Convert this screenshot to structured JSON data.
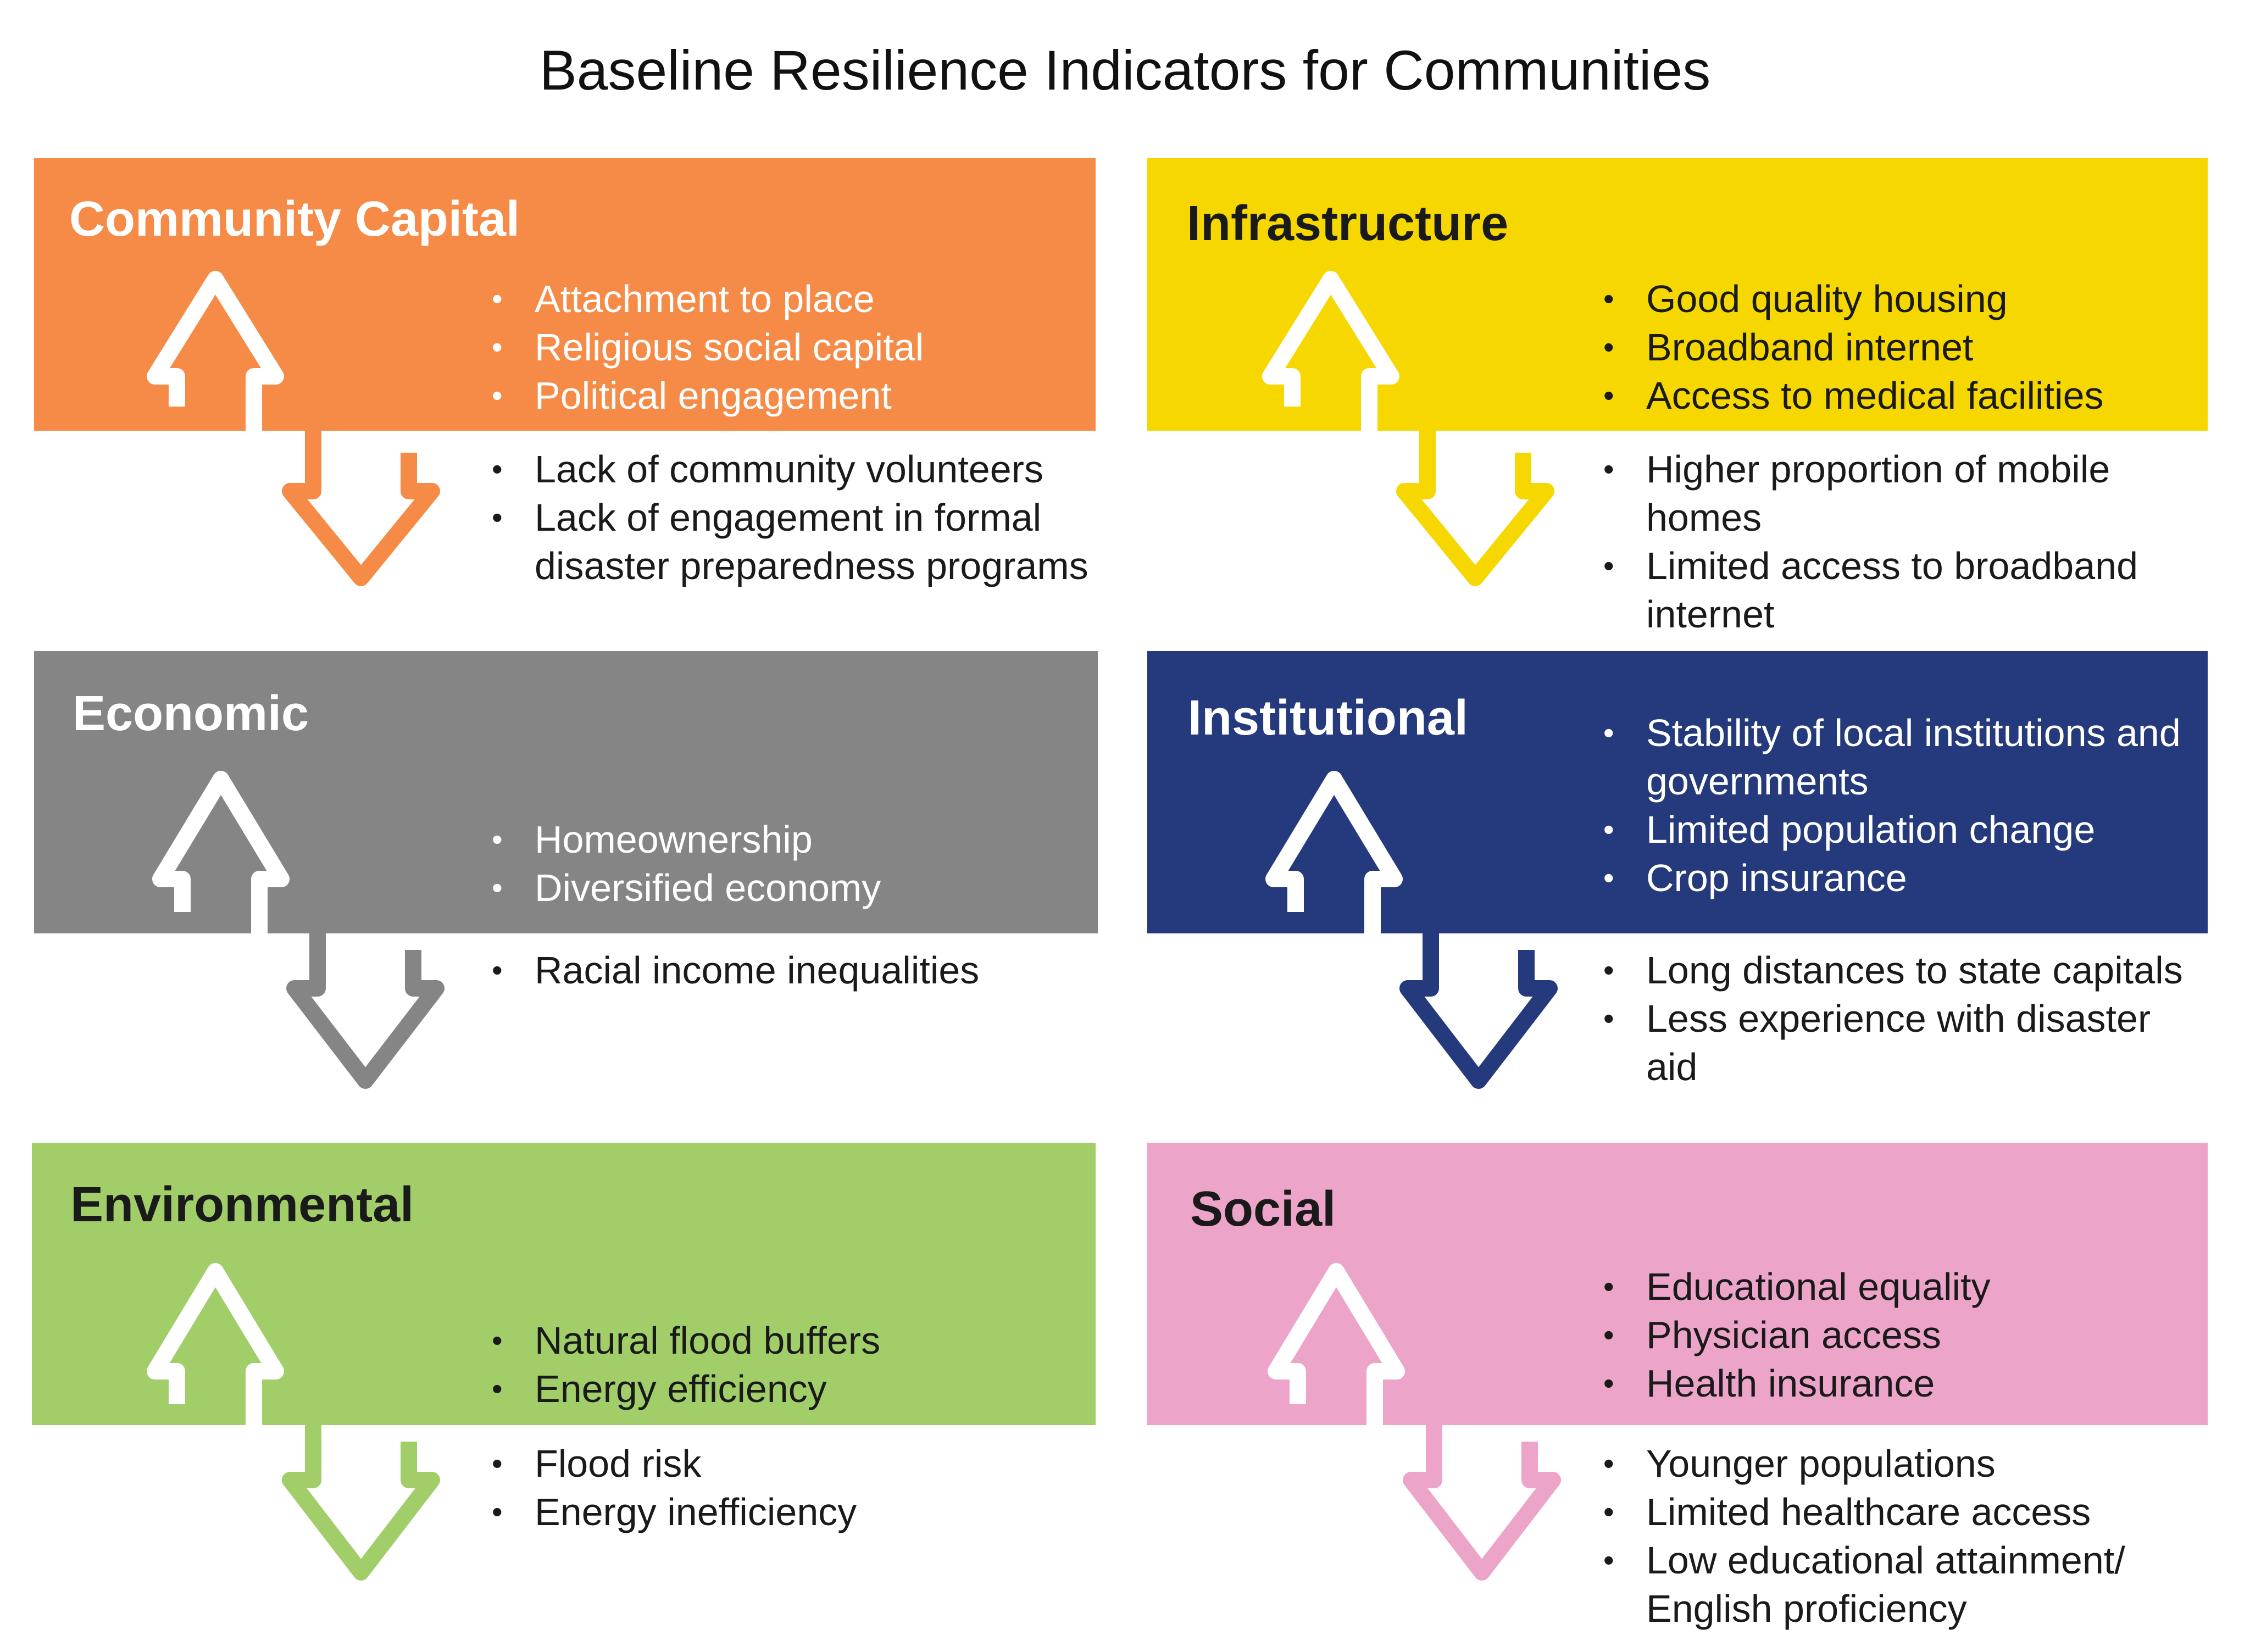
{
  "title": "Baseline Resilience Indicators for Communities",
  "panels": [
    {
      "heading": "Community Capital",
      "color": "#F58B47",
      "positives": [
        "Attachment to place",
        "Religious social capital",
        "Political engagement"
      ],
      "negatives": [
        "Lack of community volunteers",
        "Lack of engagement in formal disaster preparedness programs"
      ]
    },
    {
      "heading": "Infrastructure",
      "color": "#F6D800",
      "positives": [
        "Good quality housing",
        "Broadband internet",
        "Access to medical facilities"
      ],
      "negatives": [
        "Higher proportion of mobile homes",
        "Limited access to broadband internet"
      ]
    },
    {
      "heading": "Economic",
      "color": "#858585",
      "positives": [
        "Homeownership",
        "Diversified economy"
      ],
      "negatives": [
        "Racial income inequalities"
      ]
    },
    {
      "heading": "Institutional",
      "color": "#253A7C",
      "positives": [
        "Stability of local institutions and governments",
        "Limited population change",
        "Crop insurance"
      ],
      "negatives": [
        "Long distances to state capitals",
        "Less experience with disaster aid"
      ]
    },
    {
      "heading": "Environmental",
      "color": "#A2CE6A",
      "positives": [
        "Natural flood buffers",
        "Energy efficiency"
      ],
      "negatives": [
        "Flood risk",
        "Energy inefficiency"
      ]
    },
    {
      "heading": "Social",
      "color": "#ECA4C8",
      "positives": [
        "Educational equality",
        "Physician access",
        "Health insurance"
      ],
      "negatives": [
        "Younger populations",
        "Limited healthcare access",
        "Low educational attainment/ English proficiency"
      ]
    }
  ]
}
